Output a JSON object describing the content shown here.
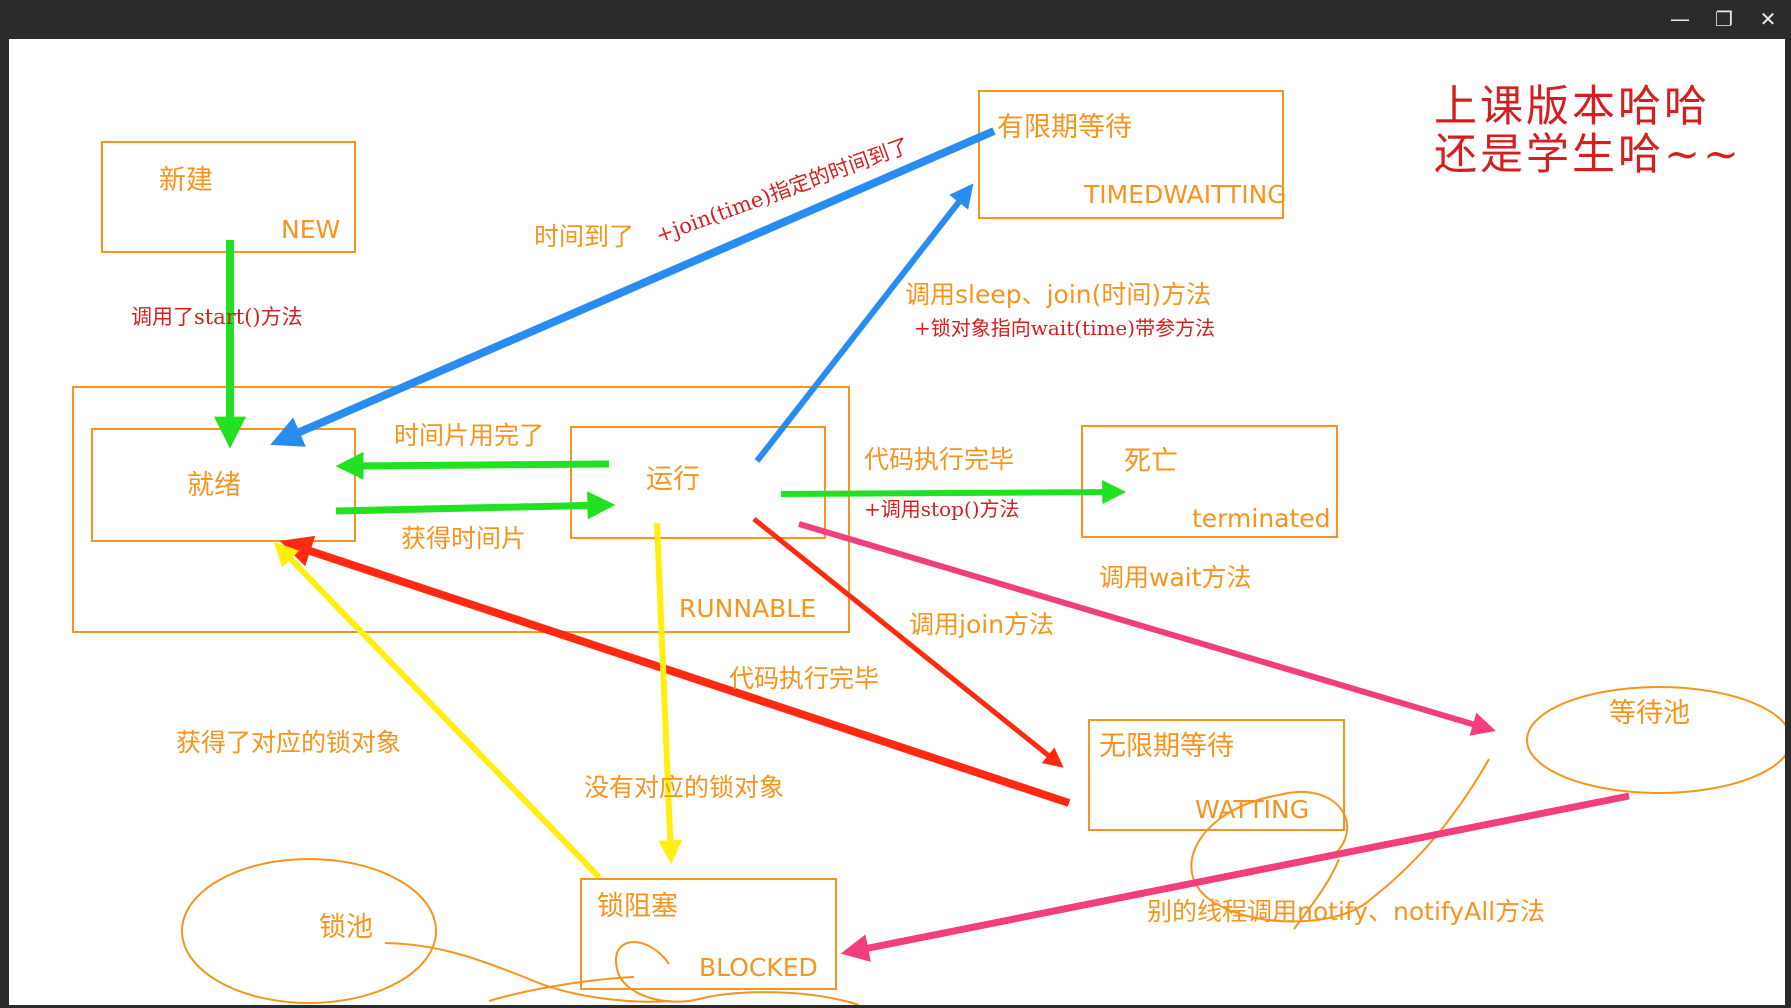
{
  "window": {
    "minimize_glyph": "—",
    "maximize_glyph": "❐",
    "close_glyph": "✕"
  },
  "colors": {
    "orange": "#f7941d",
    "red_text": "#d71e1e",
    "green": "#22e022",
    "blue": "#2a8cf2",
    "red_arrow": "#ff2a10",
    "yellow": "#ffee10",
    "pink": "#f23e7c"
  },
  "states": {
    "new_cn": "新建",
    "new_en": "NEW",
    "runnable_en": "RUNNABLE",
    "ready_cn": "就绪",
    "running_cn": "运行",
    "timed_cn": "有限期等待",
    "timed_en": "TIMEDWAITTING",
    "dead_cn": "死亡",
    "dead_en": "terminated",
    "waiting_cn": "无限期等待",
    "waiting_en": "WATTING",
    "blocked_cn": "锁阻塞",
    "blocked_en": "BLOCKED",
    "wait_pool": "等待池",
    "lock_pool": "锁池"
  },
  "labels": {
    "start_call": "调用了start()方法",
    "time_up": "时间到了",
    "join_time": "+join(time)指定的时间到了",
    "slice_done": "时间片用完了",
    "get_slice": "获得时间片",
    "sleep_join": "调用sleep、join(时间)方法",
    "wait_time": "+锁对象指向wait(time)带参方法",
    "code_done_1": "代码执行完毕",
    "stop_call": "+调用stop()方法",
    "call_wait": "调用wait方法",
    "call_join": "调用join方法",
    "code_done_2": "代码执行完毕",
    "got_lock": "获得了对应的锁对象",
    "no_lock": "没有对应的锁对象",
    "notify": "别的线程调用notify、notifyAll方法"
  },
  "note": {
    "line1": "上课版本哈哈",
    "line2": "还是学生哈~~"
  }
}
